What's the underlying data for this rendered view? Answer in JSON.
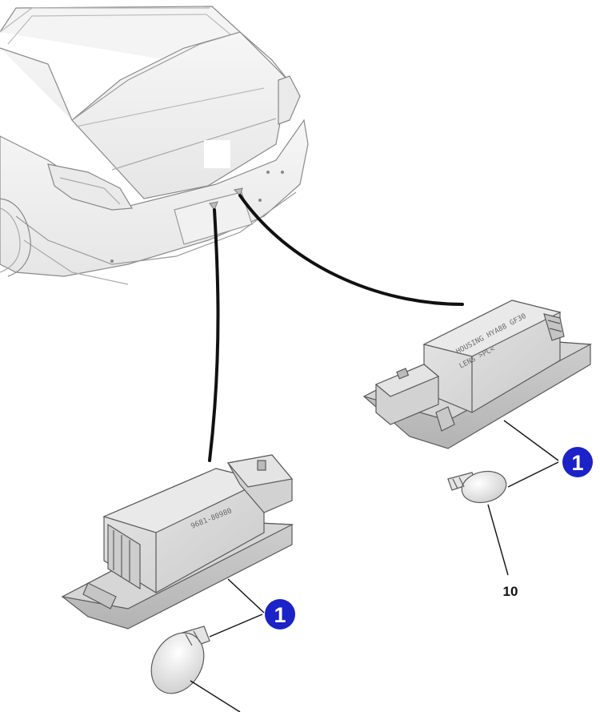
{
  "diagram": {
    "callouts": [
      {
        "id": "right",
        "number": "1"
      },
      {
        "id": "left",
        "number": "1"
      }
    ],
    "reference_number": "10",
    "right_housing_text": {
      "line1": "HOUSING HYA88 GF30",
      "line2": "LENS >PC<"
    },
    "left_housing_text": "9681-80980",
    "colors": {
      "callout_fill": "#1a22c8",
      "callout_text": "#ffffff",
      "line_art": "#555555",
      "leader_line": "#111111",
      "part_fill": "#d9d9d9"
    }
  }
}
